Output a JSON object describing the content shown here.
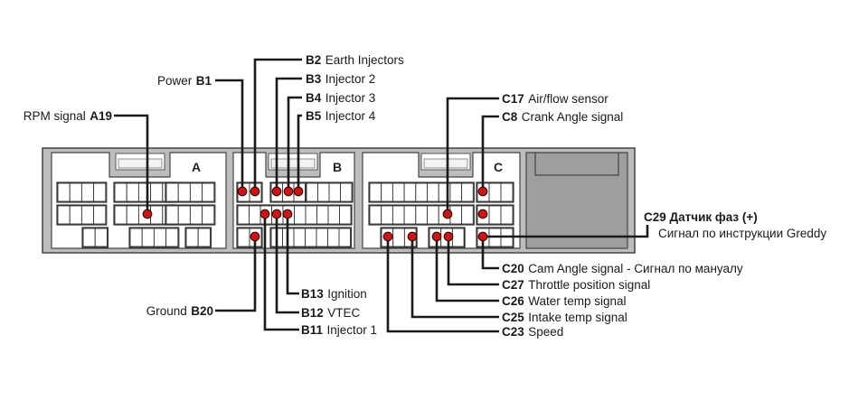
{
  "connectors": {
    "a": "A",
    "b": "B",
    "c": "C"
  },
  "labels": {
    "a19": {
      "code": "A19",
      "text": "RPM signal"
    },
    "b1": {
      "code": "B1",
      "text": "Power"
    },
    "b2": {
      "code": "B2",
      "text": "Earth Injectors"
    },
    "b3": {
      "code": "B3",
      "text": "Injector 2"
    },
    "b4": {
      "code": "B4",
      "text": "Injector 3"
    },
    "b5": {
      "code": "B5",
      "text": "Injector 4"
    },
    "b11": {
      "code": "B11",
      "text": "Injector 1"
    },
    "b12": {
      "code": "B12",
      "text": "VTEC"
    },
    "b13": {
      "code": "B13",
      "text": "Ignition"
    },
    "b20": {
      "code": "B20",
      "text": "Ground"
    },
    "c8": {
      "code": "C8",
      "text": "Crank Angle signal"
    },
    "c17": {
      "code": "C17",
      "text": "Air/flow sensor"
    },
    "c20": {
      "code": "C20",
      "text": "Cam Angle signal - Сигнал по мануалу"
    },
    "c23": {
      "code": "C23",
      "text": "Speed"
    },
    "c25": {
      "code": "C25",
      "text": "Intake temp signal"
    },
    "c26": {
      "code": "C26",
      "text": "Water temp signal"
    },
    "c27": {
      "code": "C27",
      "text": "Throttle position signal"
    },
    "c29": {
      "code": "C29",
      "text": "Датчик фаз (+)",
      "note": "Сигнал по инструкции Greddy"
    }
  },
  "colors": {
    "pin": "#cc1515",
    "housing": "#bdbdbd",
    "wire": "#1a1a1a"
  }
}
